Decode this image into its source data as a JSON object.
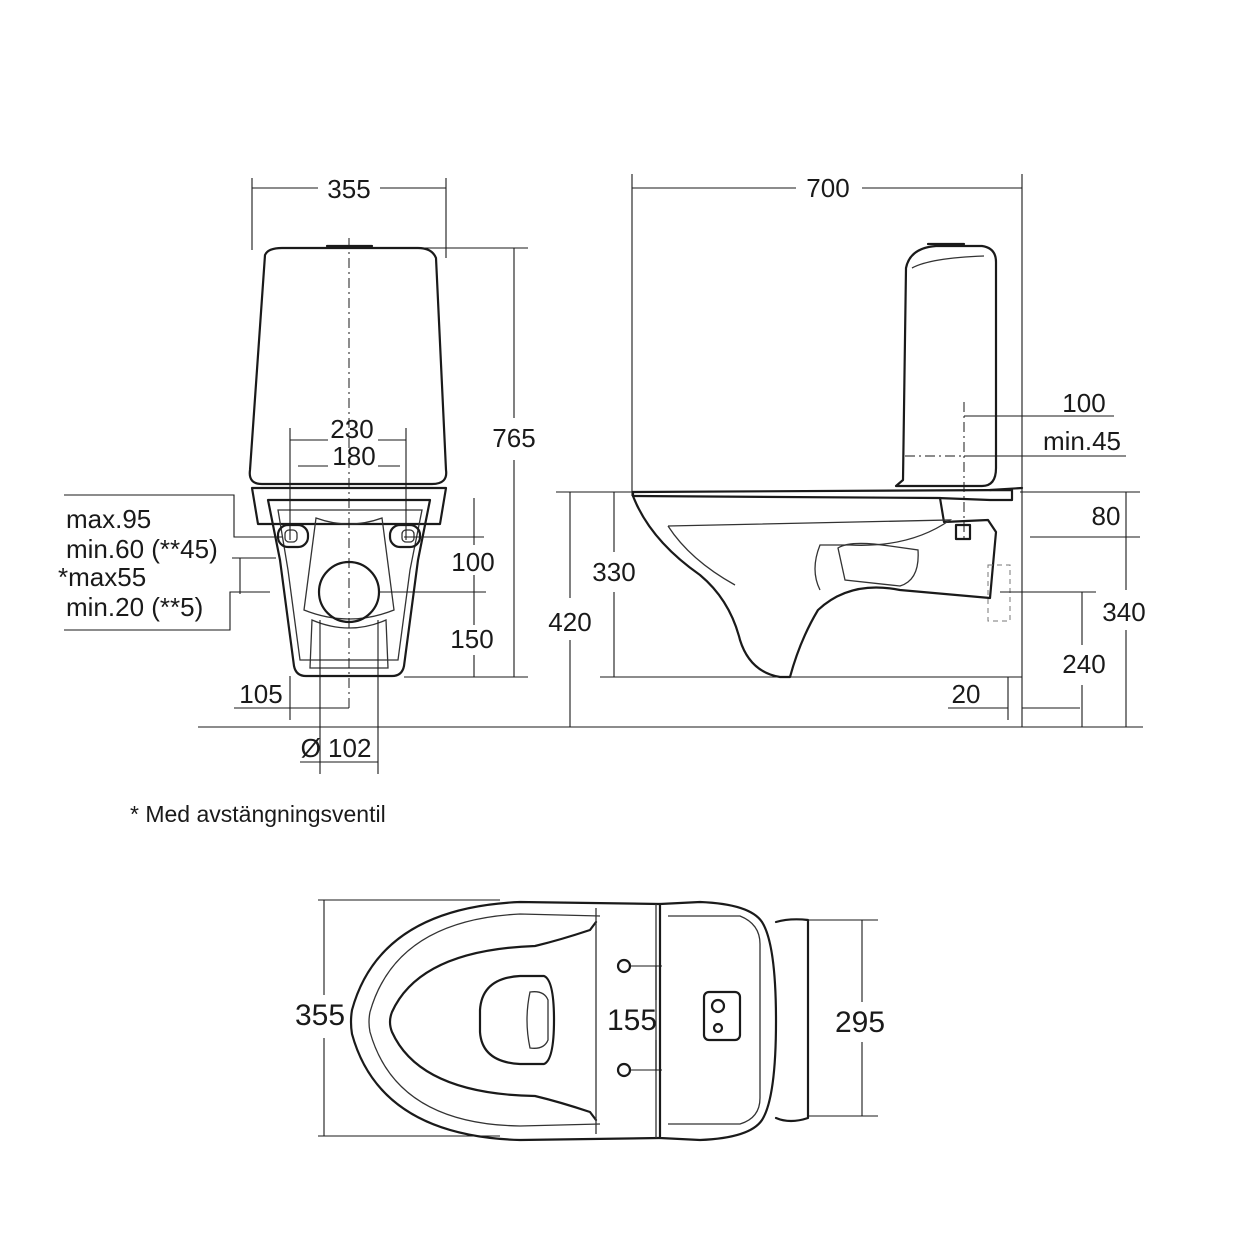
{
  "front_view": {
    "width_total": "355",
    "hole_spacing_outer": "230",
    "hole_spacing_inner": "180",
    "height_total": "765",
    "inlet_max": "max.95",
    "inlet_min": "min.60 (**45)",
    "valve_max": "*max55",
    "valve_min": "min.20 (**5)",
    "dim_100": "100",
    "dim_150": "150",
    "dim_105": "105",
    "outlet_diameter": "Ø 102"
  },
  "side_view": {
    "depth_total": "700",
    "dim_100": "100",
    "dim_min45": "min.45",
    "dim_80": "80",
    "dim_330": "330",
    "dim_420": "420",
    "dim_340": "340",
    "dim_240": "240",
    "dim_20": "20"
  },
  "footnote": "* Med avstängningsventil",
  "top_view": {
    "width_total": "355",
    "hole_spacing": "155",
    "tank_width": "295"
  }
}
